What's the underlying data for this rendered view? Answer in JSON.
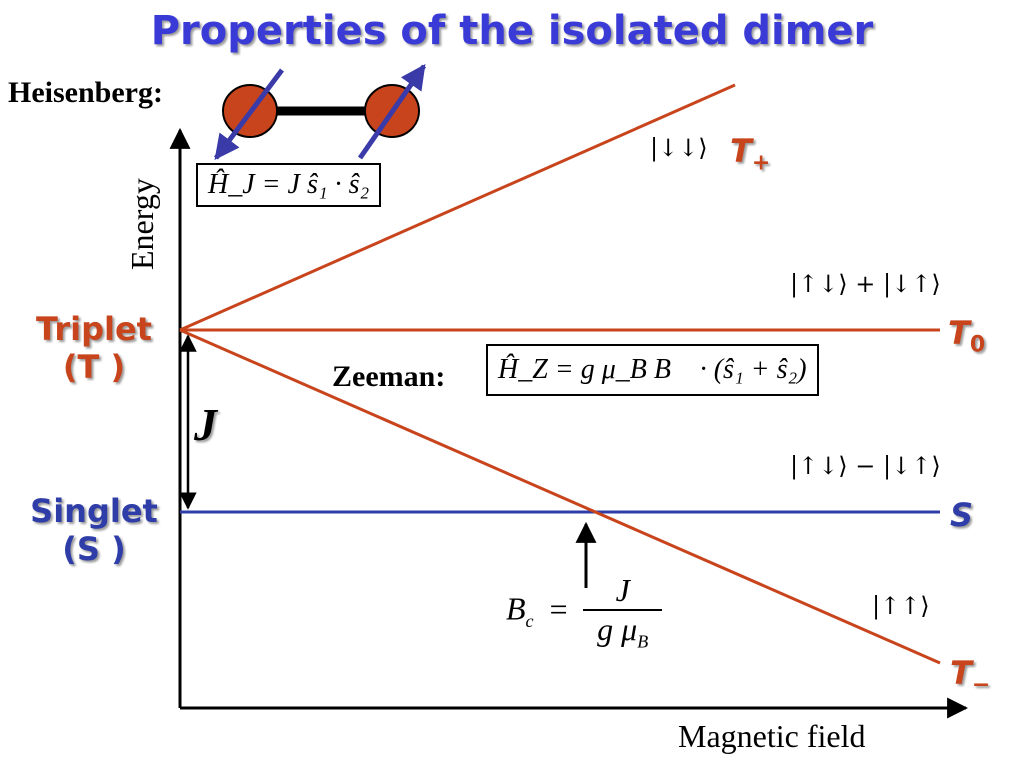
{
  "title": "Properties of the isolated dimer",
  "heisenberg": {
    "label": "Heisenberg:",
    "hamiltonian": "Ĥ_J = J ŝ₁ · ŝ₂"
  },
  "zeeman": {
    "label": "Zeeman:",
    "hamiltonian": "Ĥ_Z = g μ_B B⃗ · (ŝ₁ + ŝ₂)"
  },
  "axes": {
    "y_label": "Energy",
    "x_label": "Magnetic field"
  },
  "triplet": {
    "name": "Triplet",
    "symbol": "(T )"
  },
  "singlet": {
    "name": "Singlet",
    "symbol": "(S )"
  },
  "gap": {
    "label": "J"
  },
  "levels": [
    {
      "id": "T+",
      "label": "T",
      "sub": "+",
      "state": "|↓↓⟩",
      "color": "#c8441c"
    },
    {
      "id": "T0",
      "label": "T",
      "sub": "0",
      "state": "|↑↓⟩ + |↓↑⟩",
      "color": "#c8441c"
    },
    {
      "id": "S",
      "label": "S",
      "sub": "",
      "state": "|↑↓⟩ − |↓↑⟩",
      "color": "#2e3da8"
    },
    {
      "id": "T-",
      "label": "T",
      "sub": "−",
      "state": "|↑↑⟩",
      "color": "#c8441c"
    }
  ],
  "critical_field": {
    "symbol": "B",
    "sub": "c",
    "equals": "=",
    "numerator": "J",
    "denominator": "g μ",
    "denominator_sub": "B"
  },
  "colors": {
    "title": "#3a3ad6",
    "triplet": "#c8441c",
    "singlet": "#2e3da8",
    "spin_arrow": "#2e3da8",
    "atom": "#c8441c"
  }
}
